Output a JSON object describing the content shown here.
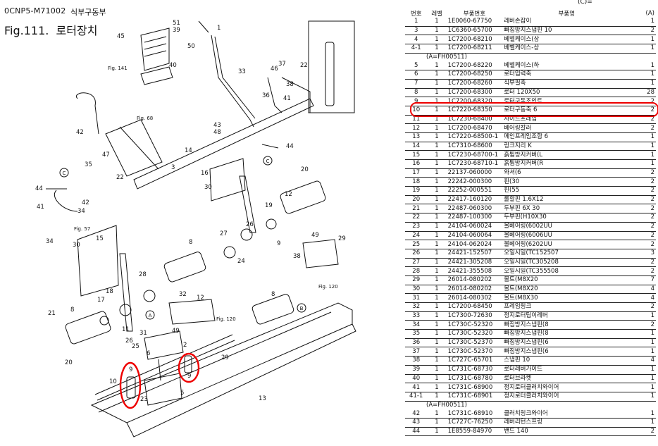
{
  "document": {
    "code": "0CNP5-M71002",
    "subtitle": "식부구동부",
    "figure": "Fig.111.",
    "figure_title": "로터장치"
  },
  "diagram": {
    "callouts": [
      "51",
      "39",
      "45",
      "50",
      "40",
      "1",
      "33",
      "46",
      "37",
      "22",
      "36",
      "41",
      "38",
      "43",
      "48",
      "42",
      "47",
      "35",
      "44",
      "14",
      "3",
      "22",
      "16",
      "30",
      "20",
      "12",
      "44",
      "42",
      "41",
      "34",
      "34",
      "30",
      "15",
      "27",
      "19",
      "9",
      "26",
      "24",
      "49",
      "29",
      "28",
      "8",
      "8",
      "38",
      "21",
      "18",
      "11",
      "32",
      "12",
      "A",
      "8",
      "17",
      "20",
      "26",
      "25",
      "31",
      "49",
      "2",
      "9",
      "9",
      "6",
      "23",
      "10",
      "5",
      "29",
      "C",
      "B",
      "13"
    ],
    "fig_refs": [
      "Fig. 141",
      "Fig. 68",
      "Fig. 57",
      "Fig. 120",
      "Fig. 120"
    ],
    "circle_labels": [
      "C",
      "C",
      "A",
      "B"
    ]
  },
  "table": {
    "corner_note": "(C)=",
    "headers": {
      "no": "번호",
      "level": "레벨",
      "part_no": "부품번호",
      "name": "부품명",
      "qty": "(A)"
    },
    "rows": [
      {
        "no": "1",
        "level": "1",
        "part": "1E0060-67750",
        "name": "레버손잡이",
        "qty": "1"
      },
      {
        "no": "3",
        "level": "1",
        "part": "1C6360-65700",
        "name": "빠짐방지스냅핀 10",
        "qty": "2"
      },
      {
        "no": "4",
        "level": "1",
        "part": "1C7200-68210",
        "name": "베벨케이스(상",
        "qty": "1"
      },
      {
        "no": "4-1",
        "level": "1",
        "part": "1C7200-68211",
        "name": "베벨케이스-상",
        "qty": "1"
      },
      {
        "note": "(A=FH00511)"
      },
      {
        "no": "5",
        "level": "1",
        "part": "1C7200-68220",
        "name": "베벨케이스(하",
        "qty": "1"
      },
      {
        "no": "6",
        "level": "1",
        "part": "1C7200-68250",
        "name": "로터입력축",
        "qty": "1"
      },
      {
        "no": "7",
        "level": "1",
        "part": "1C7200-68260",
        "name": "식부필축",
        "qty": "1"
      },
      {
        "no": "8",
        "level": "1",
        "part": "1C7200-68300",
        "name": "로터 120X50",
        "qty": "28"
      },
      {
        "no": "9",
        "level": "1",
        "part": "1C7200-68320",
        "name": "로터구동조인트",
        "qty": "2"
      },
      {
        "no": "10",
        "level": "1",
        "part": "1C7220-68350",
        "name": "로터구동축 6",
        "qty": "2"
      },
      {
        "no": "11",
        "level": "1",
        "part": "1C7230-68400",
        "name": "사이드프레임",
        "qty": "2"
      },
      {
        "no": "12",
        "level": "1",
        "part": "1C7200-68470",
        "name": "베어링칼러",
        "qty": "2"
      },
      {
        "no": "13",
        "level": "1",
        "part": "1C7220-68500-1",
        "name": "메인프레임조합 6",
        "qty": "1"
      },
      {
        "no": "14",
        "level": "1",
        "part": "1C7310-68600",
        "name": "링크지리 K",
        "qty": "1"
      },
      {
        "no": "15",
        "level": "1",
        "part": "1C7230-68700-1",
        "name": "흙튐방지커버(L",
        "qty": "1"
      },
      {
        "no": "16",
        "level": "1",
        "part": "1C7230-68710-1",
        "name": "흙튐방지커버(R",
        "qty": "1"
      },
      {
        "no": "17",
        "level": "1",
        "part": "22137-060000",
        "name": "와셔(6",
        "qty": "2"
      },
      {
        "no": "18",
        "level": "1",
        "part": "22242-000300",
        "name": "핀(30",
        "qty": "2"
      },
      {
        "no": "19",
        "level": "1",
        "part": "22252-000551",
        "name": "핀(55",
        "qty": "2"
      },
      {
        "no": "20",
        "level": "1",
        "part": "22417-160120",
        "name": "롤할핀 1.6X12",
        "qty": "2"
      },
      {
        "no": "21",
        "level": "1",
        "part": "22487-060300",
        "name": "두부핀 6X 30",
        "qty": "2"
      },
      {
        "no": "22",
        "level": "1",
        "part": "22487-100300",
        "name": "두부핀(H10X30",
        "qty": "2"
      },
      {
        "no": "23",
        "level": "1",
        "part": "24104-060024",
        "name": "볼베어링(6002UU",
        "qty": "2"
      },
      {
        "no": "24",
        "level": "1",
        "part": "24104-060064",
        "name": "볼베어링(6006UU",
        "qty": "2"
      },
      {
        "no": "25",
        "level": "1",
        "part": "24104-062024",
        "name": "볼베어링(6202UU",
        "qty": "2"
      },
      {
        "no": "26",
        "level": "1",
        "part": "24421-152507",
        "name": "오일시일(TC152507",
        "qty": "3"
      },
      {
        "no": "27",
        "level": "1",
        "part": "24421-305208",
        "name": "오일시일(TC305208",
        "qty": "2"
      },
      {
        "no": "28",
        "level": "1",
        "part": "24421-355508",
        "name": "오일시일(TC355508",
        "qty": "2"
      },
      {
        "no": "29",
        "level": "1",
        "part": "26014-080202",
        "name": "볼트(M8X20",
        "qty": "7"
      },
      {
        "no": "30",
        "level": "1",
        "part": "26014-080202",
        "name": "볼트(M8X20",
        "qty": "4"
      },
      {
        "no": "31",
        "level": "1",
        "part": "26014-080302",
        "name": "볼트(M8X30",
        "qty": "4"
      },
      {
        "no": "32",
        "level": "1",
        "part": "1C7200-68450",
        "name": "프레임링크",
        "qty": "2"
      },
      {
        "no": "33",
        "level": "1",
        "part": "1C7300-72630",
        "name": "정지로터팁이레버",
        "qty": "1"
      },
      {
        "no": "34",
        "level": "1",
        "part": "1C730C-52320",
        "name": "빠짐방지스냅핀(8",
        "qty": "2"
      },
      {
        "no": "35",
        "level": "1",
        "part": "1C730C-52320",
        "name": "빠짐방지스냅핀(8",
        "qty": "1"
      },
      {
        "no": "36",
        "level": "1",
        "part": "1C730C-52370",
        "name": "빠짐방지스냅핀(6",
        "qty": "1"
      },
      {
        "no": "37",
        "level": "1",
        "part": "1C730C-52370",
        "name": "빠짐방지스냅핀(6",
        "qty": "1"
      },
      {
        "no": "38",
        "level": "1",
        "part": "1C727C-65701",
        "name": "스냅핀 10",
        "qty": "4"
      },
      {
        "no": "39",
        "level": "1",
        "part": "1C731C-68730",
        "name": "로터레버가이드",
        "qty": "1"
      },
      {
        "no": "40",
        "level": "1",
        "part": "1C731C-68780",
        "name": "로터브라켓",
        "qty": "1"
      },
      {
        "no": "41",
        "level": "1",
        "part": "1C731C-68900",
        "name": "정지로터클러치와이어",
        "qty": "1"
      },
      {
        "no": "41-1",
        "level": "1",
        "part": "1C731C-68901",
        "name": "정지로터클러치와이어",
        "qty": "1"
      },
      {
        "note": "(A=FH00511)"
      },
      {
        "no": "42",
        "level": "1",
        "part": "1C731C-68910",
        "name": "클러치링크와이어",
        "qty": "1"
      },
      {
        "no": "43",
        "level": "1",
        "part": "1C727C-76250",
        "name": "레버리턴스프링",
        "qty": "1"
      },
      {
        "no": "44",
        "level": "1",
        "part": "1E8559-84970",
        "name": "밴드 140",
        "qty": "2"
      }
    ]
  },
  "colors": {
    "highlight": "#e00000",
    "ink": "#111111"
  }
}
